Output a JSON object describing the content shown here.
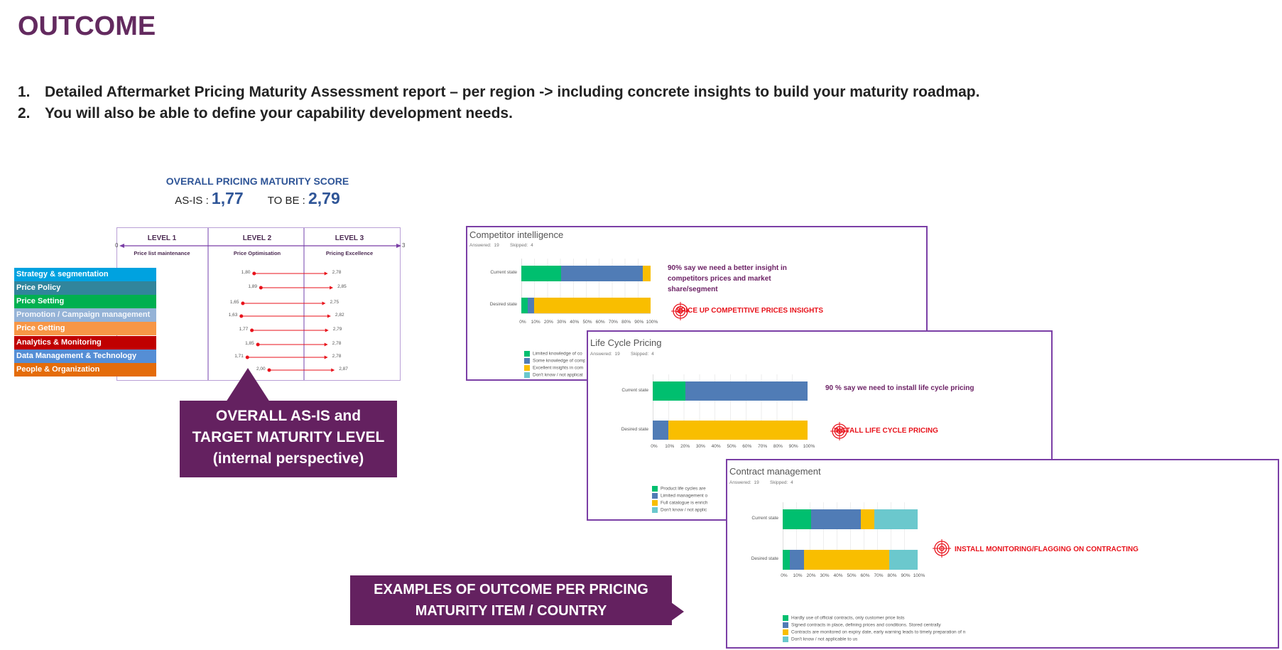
{
  "title": "OUTCOME",
  "list": [
    {
      "num": "1.",
      "text": "Detailed Aftermarket Pricing Maturity Assessment report – per region -> including concrete insights to build your maturity roadmap."
    },
    {
      "num": "2.",
      "text": "You will also be able to define your capability development needs."
    }
  ],
  "score": {
    "title": "OVERALL PRICING MATURITY SCORE",
    "as_is_label": "AS-IS :",
    "as_is": "1,77",
    "to_be_label": "TO BE :",
    "to_be": "2,79"
  },
  "levels": [
    {
      "label": "LEVEL 1",
      "sub": "Price list maintenance"
    },
    {
      "label": "LEVEL 2",
      "sub": "Price Optimisation"
    },
    {
      "label": "LEVEL 3",
      "sub": "Pricing Excellence"
    }
  ],
  "axis": {
    "min": "0",
    "max": "3"
  },
  "categories": [
    {
      "label": "Strategy & segmentation",
      "color": "#00a2e0",
      "as_is": 1.8,
      "to_be": 2.78,
      "as_is_text": "1,80",
      "to_be_text": "2,78"
    },
    {
      "label": "Price Policy",
      "color": "#31859c",
      "as_is": 1.89,
      "to_be": 2.85,
      "as_is_text": "1,89",
      "to_be_text": "2,85"
    },
    {
      "label": "Price Setting",
      "color": "#00b050",
      "as_is": 1.65,
      "to_be": 2.75,
      "as_is_text": "1,65",
      "to_be_text": "2,75"
    },
    {
      "label": "Promotion / Campaign management",
      "color": "#95b3d7",
      "as_is": 1.63,
      "to_be": 2.82,
      "as_is_text": "1,63",
      "to_be_text": "2,82"
    },
    {
      "label": "Price Getting",
      "color": "#f79646",
      "as_is": 1.77,
      "to_be": 2.79,
      "as_is_text": "1,77",
      "to_be_text": "2,79"
    },
    {
      "label": "Analytics & Monitoring",
      "color": "#c00000",
      "as_is": 1.85,
      "to_be": 2.78,
      "as_is_text": "1,85",
      "to_be_text": "2,78"
    },
    {
      "label": "Data Management & Technology",
      "color": "#558ed5",
      "as_is": 1.71,
      "to_be": 2.78,
      "as_is_text": "1,71",
      "to_be_text": "2,78"
    },
    {
      "label": "People & Organization",
      "color": "#e46c0a",
      "as_is": 2.0,
      "to_be": 2.87,
      "as_is_text": "2,00",
      "to_be_text": "2,87"
    }
  ],
  "callout1": {
    "line1": "OVERALL AS-IS and",
    "line2": "TARGET MATURITY LEVEL",
    "line3": "(internal perspective)"
  },
  "callout2": {
    "line1": "EXAMPLES OF OUTCOME PER PRICING",
    "line2": "MATURITY ITEM / COUNTRY"
  },
  "colors": {
    "green": "#00bf6f",
    "blue": "#507cb6",
    "yellow": "#f9be00",
    "teal": "#6bc8cd",
    "accent": "#642160"
  },
  "ticks": [
    "0%",
    "10%",
    "20%",
    "30%",
    "40%",
    "50%",
    "60%",
    "70%",
    "80%",
    "90%",
    "100%"
  ],
  "cards": [
    {
      "title": "Competitor intelligence",
      "answered": "Answered: 19",
      "skipped": "Skipped: 4",
      "rows": [
        {
          "label": "Current state",
          "values": [
            31,
            63,
            6,
            0
          ]
        },
        {
          "label": "Desired state",
          "values": [
            5,
            5,
            90,
            0
          ]
        }
      ],
      "legend": [
        "Limited knowledge of co",
        "Some knowledge of comp",
        "Excellent insights in com",
        "Don't know / not applicat"
      ],
      "note": "90% say we need a better insight in competitors prices and market share/segment",
      "action": "SPICE UP COMPETITIVE PRICES INSIGHTS"
    },
    {
      "title": "Life Cycle Pricing",
      "answered": "Answered: 19",
      "skipped": "Skipped: 4",
      "rows": [
        {
          "label": "Current state",
          "values": [
            21,
            79,
            0,
            0
          ]
        },
        {
          "label": "Desired state",
          "values": [
            0,
            10,
            90,
            0
          ]
        }
      ],
      "legend": [
        "Product life cycles are",
        "Limited management o",
        "Full catalogue is enrich",
        "Don't know / not applic"
      ],
      "note": "90 % say we need to install life cycle pricing",
      "action": "INSTALL LIFE CYCLE PRICING"
    },
    {
      "title": "Contract management",
      "answered": "Answered: 19",
      "skipped": "Skipped: 4",
      "rows": [
        {
          "label": "Current state",
          "values": [
            21,
            37,
            10,
            32
          ]
        },
        {
          "label": "Desired state",
          "values": [
            5,
            11,
            63,
            21
          ]
        }
      ],
      "legend": [
        "Hardly use of official contracts, only customer price lists",
        "Signed contracts in place, defining prices and conditions. Stored centrally",
        "Contracts are monitored on expiry date, early warning leads to timely preparation of n",
        "Don't know / not applicable to us"
      ],
      "note": "",
      "action": "INSTALL MONITORING/FLAGGING ON CONTRACTING"
    }
  ]
}
